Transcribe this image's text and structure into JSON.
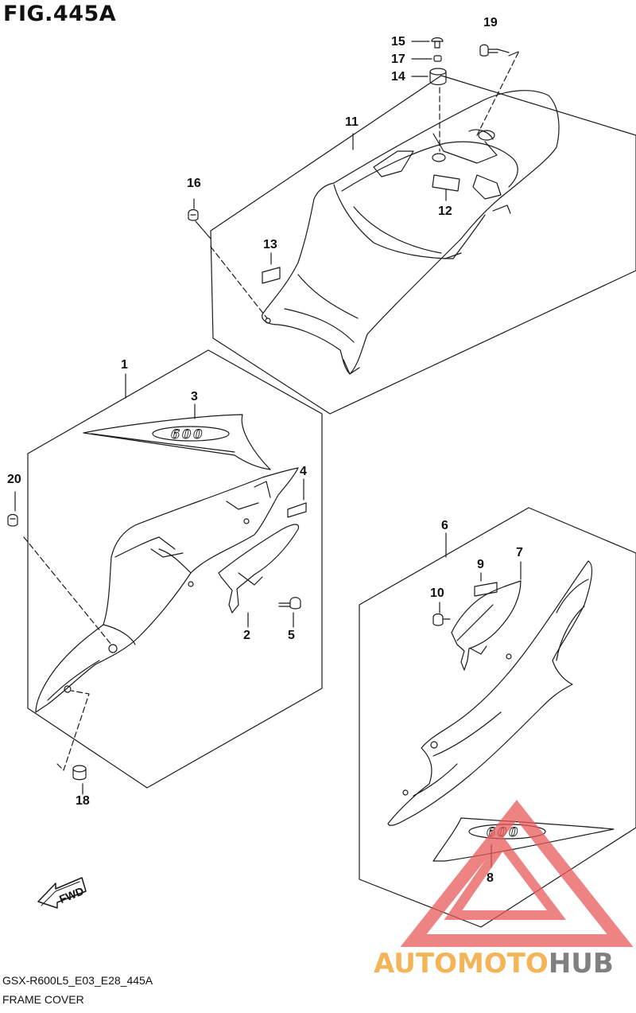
{
  "figure": {
    "title": "FIG.445A",
    "code": "GSX-R600L5_E03_E28_445A",
    "name": "FRAME COVER"
  },
  "labels": {
    "p1": "1",
    "p2": "2",
    "p3": "3",
    "p4": "4",
    "p5": "5",
    "p6": "6",
    "p7": "7",
    "p8": "8",
    "p9": "9",
    "p10": "10",
    "p11": "11",
    "p12": "12",
    "p13": "13",
    "p14": "14",
    "p15": "15",
    "p16": "16",
    "p17": "17",
    "p18": "18",
    "p19": "19",
    "p20": "20"
  },
  "decal_text": "600",
  "fwd_badge": "FWD",
  "watermark": {
    "part1": "AUTOMOTO",
    "part2": "HUB",
    "color1": "#f2a93b",
    "color2": "#e84b4b",
    "color3": "#6b6b6b"
  },
  "colors": {
    "line": "#1a1a1a",
    "text": "#111111",
    "watermark_red": "#e85a5a"
  }
}
